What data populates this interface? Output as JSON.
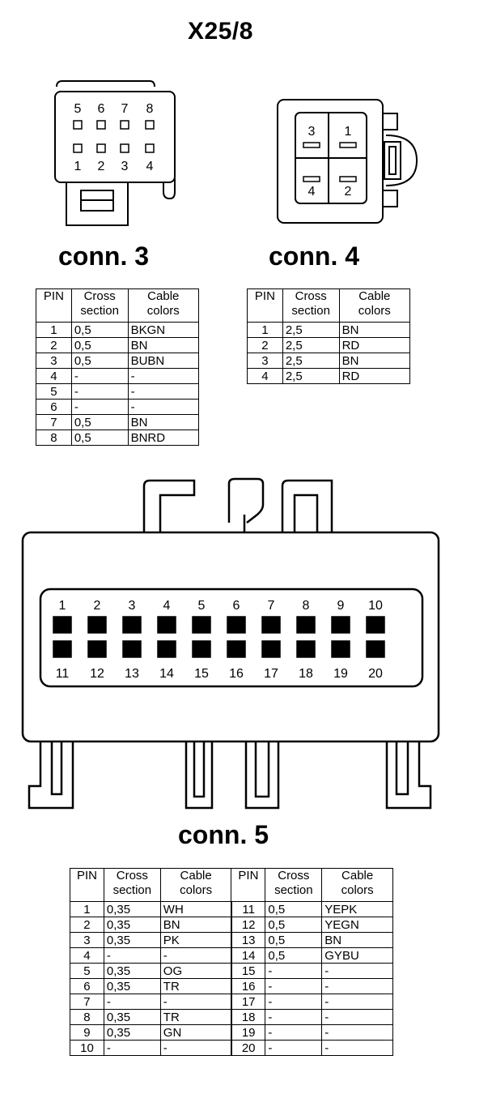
{
  "title": "X25/8",
  "conn3": {
    "heading": "conn. 3",
    "pins_top": [
      "5",
      "6",
      "7",
      "8"
    ],
    "pins_bottom": [
      "1",
      "2",
      "3",
      "4"
    ],
    "headers": [
      "PIN",
      "Cross\nsection",
      "Cable\ncolors"
    ],
    "rows": [
      [
        "1",
        "0,5",
        "BKGN"
      ],
      [
        "2",
        "0,5",
        "BN"
      ],
      [
        "3",
        "0,5",
        "BUBN"
      ],
      [
        "4",
        "-",
        "-"
      ],
      [
        "5",
        "-",
        "-"
      ],
      [
        "6",
        "-",
        "-"
      ],
      [
        "7",
        "0,5",
        "BN"
      ],
      [
        "8",
        "0,5",
        "BNRD"
      ]
    ]
  },
  "conn4": {
    "heading": "conn. 4",
    "pins": [
      "3",
      "1",
      "4",
      "2"
    ],
    "headers": [
      "PIN",
      "Cross\nsection",
      "Cable\ncolors"
    ],
    "rows": [
      [
        "1",
        "2,5",
        "BN"
      ],
      [
        "2",
        "2,5",
        "RD"
      ],
      [
        "3",
        "2,5",
        "BN"
      ],
      [
        "4",
        "2,5",
        "RD"
      ]
    ]
  },
  "conn5": {
    "heading": "conn. 5",
    "pins_top": [
      "1",
      "2",
      "3",
      "4",
      "5",
      "6",
      "7",
      "8",
      "9",
      "10"
    ],
    "pins_bottom": [
      "11",
      "12",
      "13",
      "14",
      "15",
      "16",
      "17",
      "18",
      "19",
      "20"
    ],
    "headers": [
      "PIN",
      "Cross\nsection",
      "Cable\ncolors",
      "PIN",
      "Cross\nsection",
      "Cable\ncolors"
    ],
    "rows": [
      [
        "1",
        "0,35",
        "WH",
        "11",
        "0,5",
        "YEPK"
      ],
      [
        "2",
        "0,35",
        "BN",
        "12",
        "0,5",
        "YEGN"
      ],
      [
        "3",
        "0,35",
        "PK",
        "13",
        "0,5",
        "BN"
      ],
      [
        "4",
        "-",
        "-",
        "14",
        "0,5",
        "GYBU"
      ],
      [
        "5",
        "0,35",
        "OG",
        "15",
        "-",
        "-"
      ],
      [
        "6",
        "0,35",
        "TR",
        "16",
        "-",
        "-"
      ],
      [
        "7",
        "-",
        "-",
        "17",
        "-",
        "-"
      ],
      [
        "8",
        "0,35",
        "TR",
        "18",
        "-",
        "-"
      ],
      [
        "9",
        "0,35",
        "GN",
        "19",
        "-",
        "-"
      ],
      [
        "10",
        "-",
        "-",
        "20",
        "-",
        "-"
      ]
    ]
  }
}
